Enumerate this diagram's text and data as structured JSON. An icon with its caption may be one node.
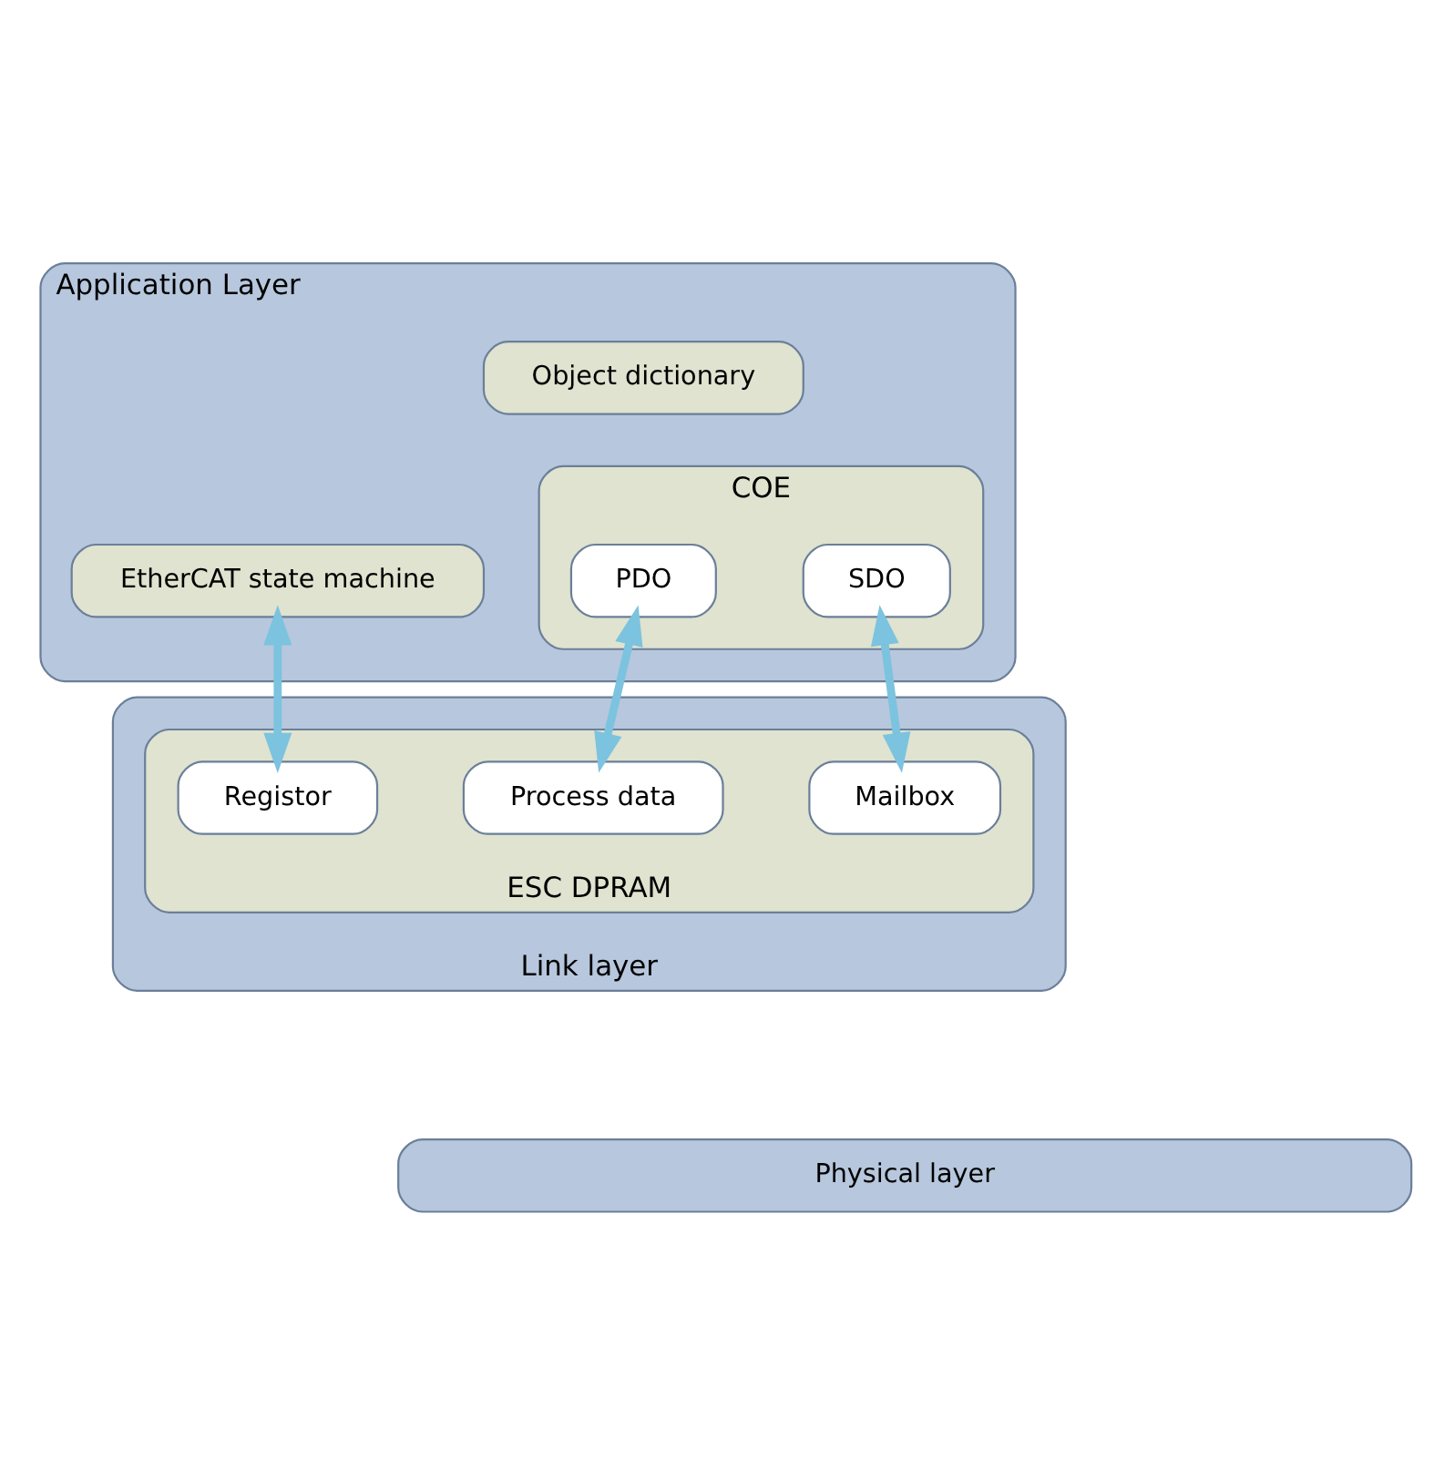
{
  "diagram": {
    "nodes": [
      {
        "text": [
          "Application Layer"
        ]
      },
      {
        "text": [
          "Object dictionary"
        ],
        "in": 0
      },
      {
        "text": [
          "EtherCAT state machine"
        ],
        "in": 0
      },
      {
        "text": [
          "COE"
        ],
        "in": 0
      },
      {
        "text": [
          "SDO"
        ],
        "in": 3
      },
      {
        "text": [
          "PDO"
        ],
        "in": 3
      },
      {
        "text": [
          "Link layer"
        ]
      },
      {
        "text": [
          "ESC DPRAM"
        ],
        "in": 6
      },
      {
        "text": [
          "Registor"
        ],
        "in": 7
      },
      {
        "text": [
          "Mailbox"
        ],
        "in": 7
      },
      {
        "text": [
          "Process data"
        ],
        "in": 7
      },
      {
        "text": [
          "Physical layer"
        ]
      }
    ],
    "edges": [
      {
        "from": 2,
        "to": 8,
        "arrow": "both"
      },
      {
        "from": 4,
        "to": 9,
        "arrow": "both"
      },
      {
        "from": 5,
        "to": 10,
        "arrow": "both"
      }
    ]
  }
}
